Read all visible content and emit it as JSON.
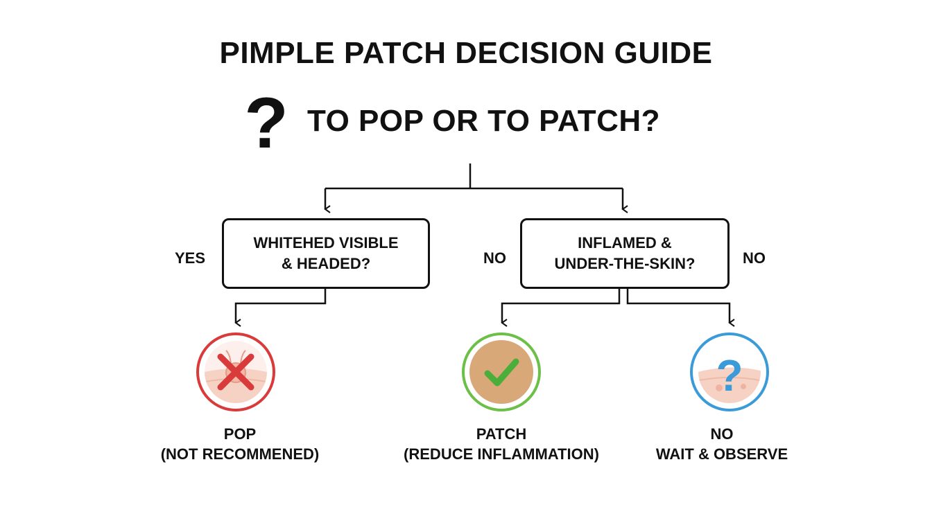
{
  "title": "PIMPLE PATCH DECISION GUIDE",
  "question": {
    "icon": "question-mark-icon",
    "mark": "?",
    "text": "TO POP OR TO PATCH?"
  },
  "decisions": [
    {
      "lines": [
        "WHITEHED VISIBLE",
        "& HEADED?"
      ],
      "left_label": "YES"
    },
    {
      "lines": [
        "INFLAMED &",
        "UNDER-THE-SKIN?"
      ],
      "left_label": "NO",
      "right_label": "NO"
    }
  ],
  "outcomes": [
    {
      "icon": "skin-cross-icon",
      "accent": "#d93a3a",
      "title": "POP",
      "subtitle": "(NOT RECOMMENED)"
    },
    {
      "icon": "patch-check-icon",
      "accent": "#6cbf47",
      "title": "PATCH",
      "subtitle": "(REDUCE INFLAMMATION)"
    },
    {
      "icon": "skin-question-icon",
      "accent": "#3b9bd8",
      "title": "NO",
      "subtitle": "WAIT & OBSERVE"
    }
  ],
  "colors": {
    "text": "#111111",
    "background": "#ffffff",
    "pop_ring": "#d93a3a",
    "patch_ring": "#6cbf47",
    "patch_fill": "#d9a878",
    "wait_ring": "#3b9bd8",
    "skin": "#f6d2c4"
  }
}
